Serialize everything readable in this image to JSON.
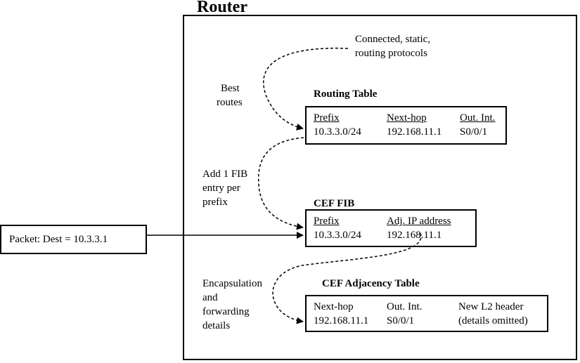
{
  "router": {
    "title": "Router"
  },
  "sources": {
    "line1": "Connected, static,",
    "line2": "routing protocols"
  },
  "labels": {
    "best_routes": [
      "Best",
      "routes"
    ],
    "add_fib": [
      "Add 1 FIB",
      "entry per",
      "prefix"
    ],
    "encapsulation": [
      "Encapsulation",
      "and",
      "forwarding",
      "details"
    ]
  },
  "routing_table": {
    "title": "Routing Table",
    "headers": [
      "Prefix",
      "Next-hop",
      "Out. Int."
    ],
    "row": [
      "10.3.3.0/24",
      "192.168.11.1",
      "S0/0/1"
    ]
  },
  "cef_fib": {
    "title": "CEF FIB",
    "headers": [
      "Prefix",
      "Adj. IP address"
    ],
    "row": [
      "10.3.3.0/24",
      "192.168.11.1"
    ]
  },
  "adjacency_table": {
    "title": "CEF Adjacency Table",
    "headers": [
      "Next-hop",
      "Out. Int.",
      "New L2 header"
    ],
    "row": [
      "192.168.11.1",
      "S0/0/1",
      "(details omitted)"
    ]
  },
  "packet": {
    "label": "Packet: Dest = 10.3.3.1"
  }
}
